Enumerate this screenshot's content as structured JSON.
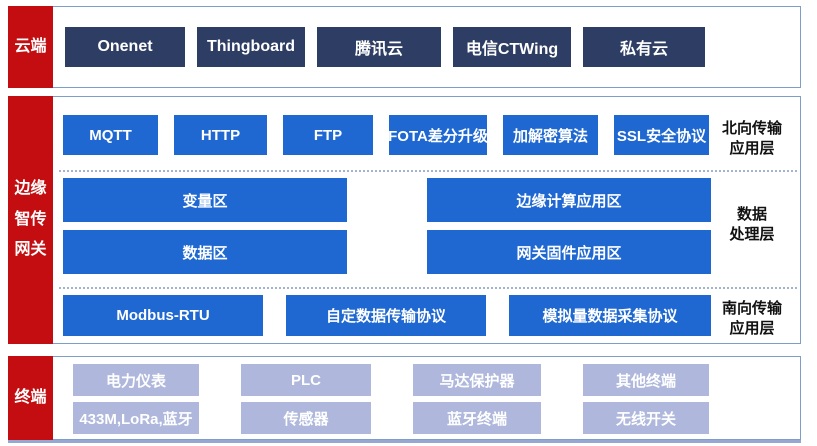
{
  "colors": {
    "red": "#C30D11",
    "navy": "#2E3D64",
    "blue": "#1F68D2",
    "periwinkle": "#AFB8DC",
    "panel_border": "#7E9DC9"
  },
  "cloud": {
    "label": "云端",
    "items": [
      "Onenet",
      "Thingboard",
      "腾讯云",
      "电信CTWing",
      "私有云"
    ]
  },
  "gateway": {
    "label_lines": [
      "边缘",
      "智传",
      "网关"
    ],
    "north": {
      "items": [
        "MQTT",
        "HTTP",
        "FTP",
        "FOTA差分升级",
        "加解密算法",
        "SSL安全协议"
      ],
      "label_lines": [
        "北向传输",
        "应用层"
      ]
    },
    "data": {
      "row1": [
        "变量区",
        "边缘计算应用区"
      ],
      "row2": [
        "数据区",
        "网关固件应用区"
      ],
      "label_lines": [
        "数据",
        "处理层"
      ]
    },
    "south": {
      "items": [
        "Modbus-RTU",
        "自定数据传输协议",
        "模拟量数据采集协议"
      ],
      "label_lines": [
        "南向传输",
        "应用层"
      ]
    }
  },
  "terminal": {
    "label": "终端",
    "row1": [
      "电力仪表",
      "PLC",
      "马达保护器",
      "其他终端"
    ],
    "row2": [
      "433M,LoRa,蓝牙",
      "传感器",
      "蓝牙终端",
      "无线开关"
    ]
  }
}
